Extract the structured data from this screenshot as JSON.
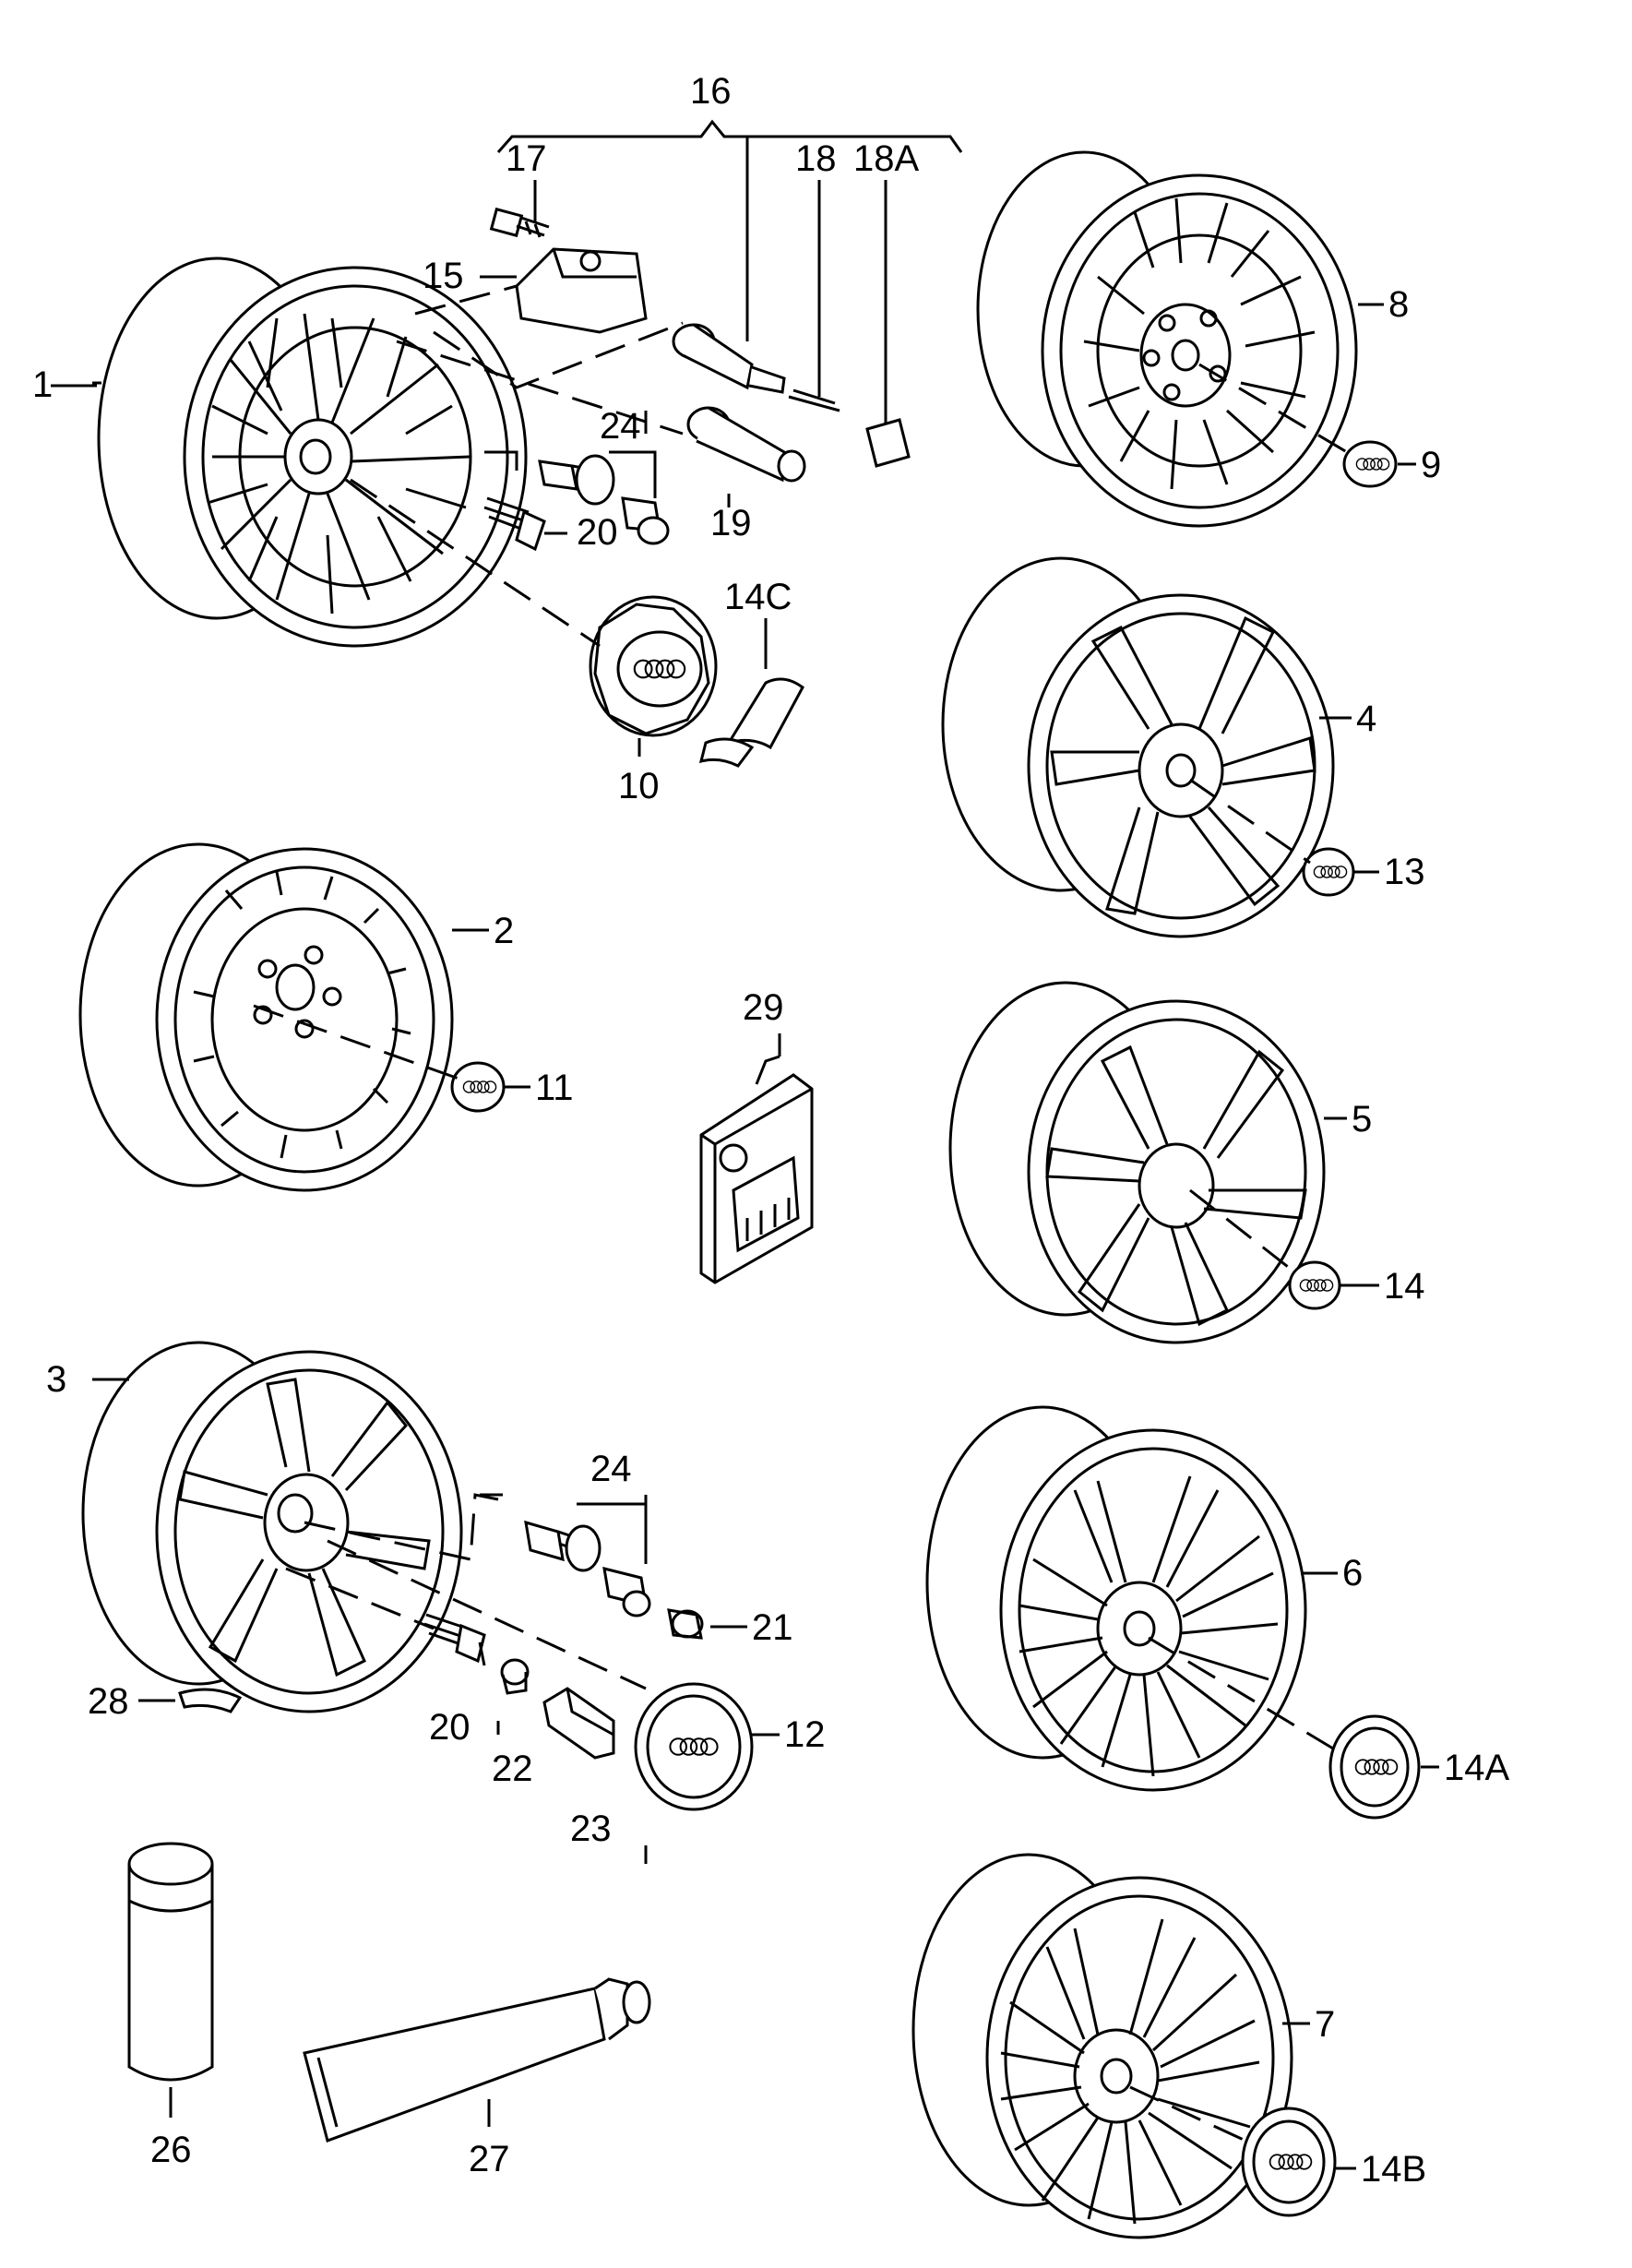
{
  "labels": {
    "l1": "1",
    "l2": "2",
    "l3": "3",
    "l4": "4",
    "l5": "5",
    "l6": "6",
    "l7": "7",
    "l8": "8",
    "l9": "9",
    "l10": "10",
    "l11": "11",
    "l12": "12",
    "l13": "13",
    "l14": "14",
    "l14a": "14A",
    "l14b": "14B",
    "l14c": "14C",
    "l15": "15",
    "l16": "16",
    "l17": "17",
    "l18": "18",
    "l18a": "18A",
    "l19": "19",
    "l20a": "20",
    "l20b": "20",
    "l21": "21",
    "l22": "22",
    "l23": "23",
    "l24a": "24",
    "l24b": "24",
    "l26": "26",
    "l27": "27",
    "l28": "28",
    "l29": "29"
  },
  "icons": {
    "wheel": "alloy-wheel-icon",
    "hubcap": "center-cap-icon",
    "sensor": "tire-pressure-sensor-icon",
    "valve": "tire-valve-icon",
    "bolt": "wheel-bolt-icon",
    "can": "spray-can-icon",
    "tube": "paste-tube-icon",
    "package": "bolt-set-package-icon",
    "rings": "four-rings-logo-icon"
  }
}
